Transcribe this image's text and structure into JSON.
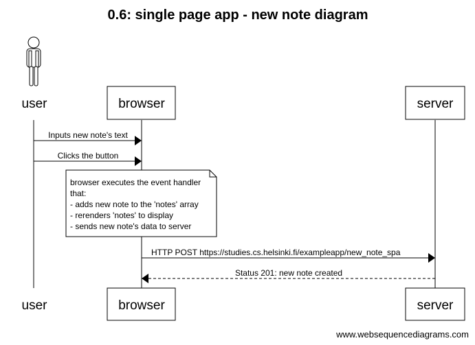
{
  "diagram": {
    "title": "0.6: single page app - new note diagram",
    "participants": [
      {
        "id": "user",
        "label": "user",
        "kind": "actor"
      },
      {
        "id": "browser",
        "label": "browser",
        "kind": "box"
      },
      {
        "id": "server",
        "label": "server",
        "kind": "box"
      }
    ],
    "messages": [
      {
        "from": "user",
        "to": "browser",
        "label": "Inputs new note's text",
        "style": "solid"
      },
      {
        "from": "user",
        "to": "browser",
        "label": "Clicks the button",
        "style": "solid"
      },
      {
        "from": "browser",
        "to": "server",
        "label": "HTTP POST https://studies.cs.helsinki.fi/exampleapp/new_note_spa",
        "style": "solid"
      },
      {
        "from": "server",
        "to": "browser",
        "label": "Status 201: new note created",
        "style": "dashed"
      }
    ],
    "note": {
      "lines": [
        "browser executes the event handler",
        "that:",
        "- adds new note to the 'notes' array",
        "- rerenders 'notes' to display",
        "- sends new note's data to server"
      ]
    },
    "watermark": "www.websequencediagrams.com"
  }
}
